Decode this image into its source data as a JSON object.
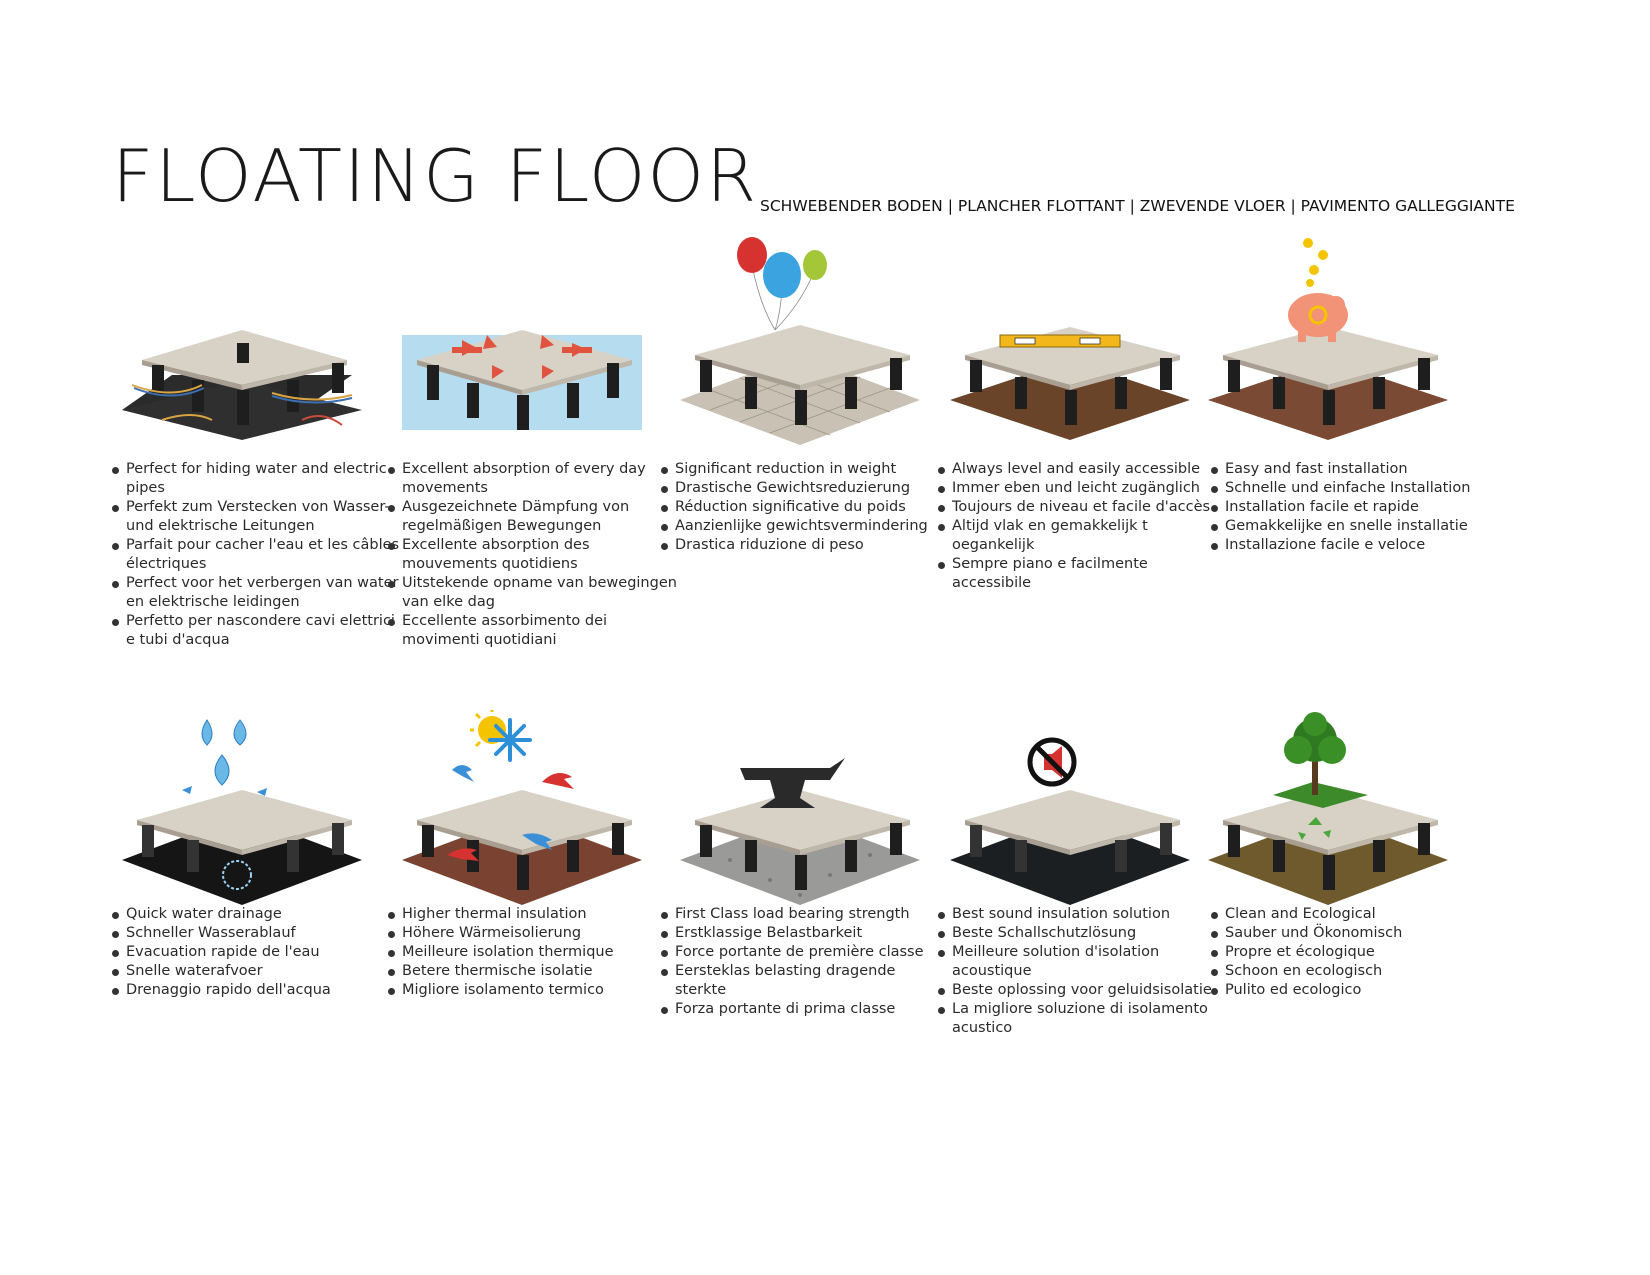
{
  "header": {
    "title": "FLOATING FLOOR",
    "subtitle": "SCHWEBENDER BODEN | PLANCHER FLOTTANT | ZWEVENDE VLOER | PAVIMENTO GALLEGGIANTE"
  },
  "features": [
    {
      "icon": "cables-floor-icon",
      "bullets": [
        "Perfect for hiding water and electric pipes",
        "Perfekt zum Verstecken von Wasser- und elektrische Leitungen",
        "Parfait pour cacher l'eau et les câbles électriques",
        "Perfect voor het verbergen van water en elektrische leidingen",
        "Perfetto per nascondere cavi elettrici e tubi d'acqua"
      ]
    },
    {
      "icon": "absorption-floor-icon",
      "bullets": [
        "Excellent absorption of every day movements",
        "Ausgezeichnete Dämpfung von regelmäßigen Bewegungen",
        "Excellente absorption des mouvements quotidiens",
        "Uitstekende opname van bewegingen van elke dag",
        "Eccellente assorbimento dei movimenti quotidiani"
      ]
    },
    {
      "icon": "balloons-floor-icon",
      "bullets": [
        "Significant reduction in weight",
        "Drastische Gewichtsreduzierung",
        "Réduction significative du poids",
        "Aanzienlijke gewichtsvermindering",
        "Drastica riduzione di peso"
      ]
    },
    {
      "icon": "spirit-level-floor-icon",
      "bullets": [
        "Always level and easily accessible",
        "Immer eben und leicht zugänglich",
        "Toujours de niveau et facile d'accès",
        "Altijd vlak en gemakkelijk t oegankelijk",
        "Sempre piano e facilmente accessibile"
      ]
    },
    {
      "icon": "piggy-bank-floor-icon",
      "bullets": [
        "Easy and fast installation",
        "Schnelle und einfache Installation",
        "Installation facile et rapide",
        "Gemakkelijke en snelle installatie",
        "Installazione facile e veloce"
      ]
    },
    {
      "icon": "water-drops-floor-icon",
      "bullets": [
        "Quick water drainage",
        "Schneller Wasserablauf",
        "Evacuation rapide de l'eau",
        "Snelle waterafvoer",
        "Drenaggio rapido dell'acqua"
      ]
    },
    {
      "icon": "sun-snowflake-floor-icon",
      "bullets": [
        "Higher thermal insulation",
        "Höhere Wärmeisolierung",
        "Meilleure isolation thermique",
        "Betere thermische isolatie",
        "Migliore isolamento termico"
      ]
    },
    {
      "icon": "anvil-floor-icon",
      "bullets": [
        "First Class load bearing strength",
        "Erstklassige Belastbarkeit",
        "Force portante de première classe",
        "Eersteklas belasting dragende sterkte",
        "Forza portante di prima classe"
      ]
    },
    {
      "icon": "no-sound-floor-icon",
      "bullets": [
        "Best sound insulation solution",
        "Beste Schallschutzlösung",
        "Meilleure solution d'isolation acoustique",
        "Beste oplossing voor geluidsisolatie",
        "La migliore soluzione di isolamento acustico"
      ]
    },
    {
      "icon": "tree-recycle-floor-icon",
      "bullets": [
        "Clean and Ecological",
        "Sauber und Ökonomisch",
        "Propre et écologique",
        "Schoon en ecologisch",
        "Pulito ed ecologico"
      ]
    }
  ]
}
